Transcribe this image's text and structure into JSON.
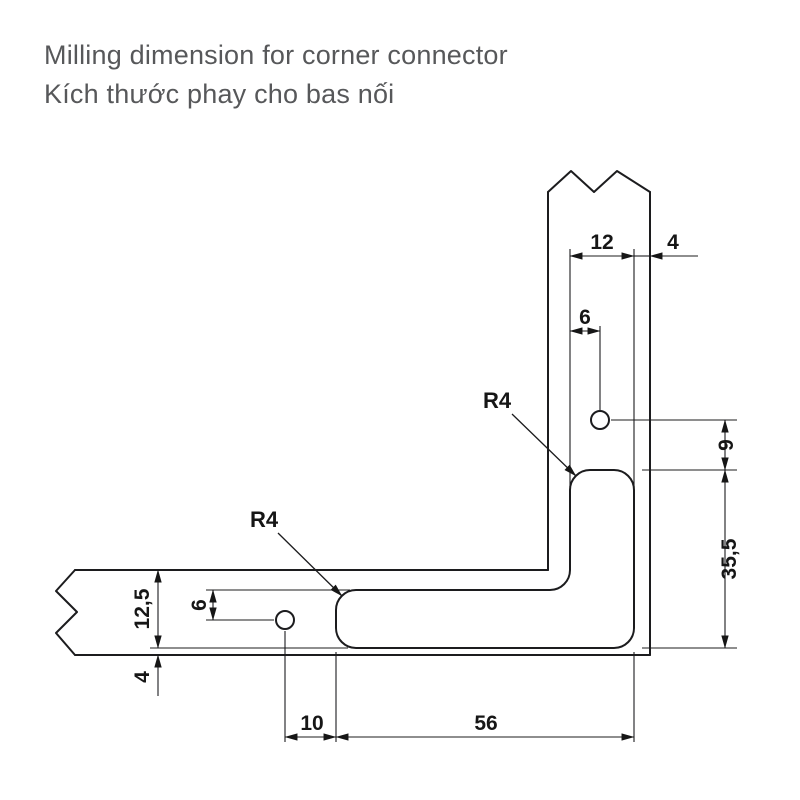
{
  "title": {
    "line1": "Milling dimension for corner connector",
    "line2": "Kích thước phay cho bas nối"
  },
  "dims": {
    "slot_width": "12",
    "right_wall": "4",
    "hole_offset_vertical": "6",
    "radius_vertical": "R4",
    "radius_horizontal": "R4",
    "hole_to_slot_top": "9",
    "slot_length_vertical": "35,5",
    "top_face_to_slot_bottom": "12,5",
    "hole_offset_horizontal": "6",
    "bottom_wall": "4",
    "hole_to_slot_end": "10",
    "slot_length_horizontal": "56"
  },
  "colors": {
    "line": "#1c1c1e",
    "title_text": "#57585a"
  }
}
